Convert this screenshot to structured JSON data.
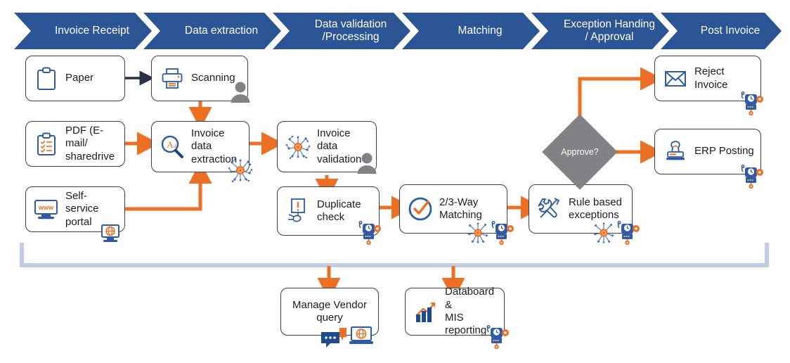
{
  "diagram": {
    "title": "Invoice Processing Automation Flow",
    "colors": {
      "chevron_blue": "#2c5596",
      "accent_orange": "#ed6f23",
      "dark_navy": "#2b3044",
      "diamond_gray": "#808285",
      "person_gray": "#808285",
      "bracket_blue": "#c3cce6",
      "icon_blue": "#2e5aa8",
      "background": "#fdfdfd"
    },
    "phases": [
      {
        "id": "invoice-receipt",
        "label": "Invoice Receipt"
      },
      {
        "id": "data-extraction",
        "label": "Data extraction"
      },
      {
        "id": "data-validation",
        "label": "Data validation\n/Processing"
      },
      {
        "id": "matching",
        "label": "Matching"
      },
      {
        "id": "exception-handling",
        "label": "Exception Handing\n/ Approval"
      },
      {
        "id": "post-invoice",
        "label": "Post Invoice"
      }
    ],
    "nodes": [
      {
        "id": "paper",
        "label": "Paper",
        "icon": "clipboard-icon",
        "badges": []
      },
      {
        "id": "pdf-email",
        "label": "PDF (E-mail/\nsharedrive",
        "icon": "clipboard-list-icon",
        "badges": []
      },
      {
        "id": "self-service",
        "label": "Self-service\nportal",
        "icon": "www-monitor-icon",
        "badges": [
          "web-portal-icon"
        ]
      },
      {
        "id": "scanning",
        "label": "Scanning",
        "icon": "printer-icon",
        "badges": [
          "person-icon"
        ]
      },
      {
        "id": "invoice-extract",
        "label": "Invoice data\nextraction",
        "icon": "magnifier-ocr-icon",
        "badges": [
          "ai-network-icon"
        ]
      },
      {
        "id": "invoice-validate",
        "label": "Invoice data\nvalidation",
        "icon": "ai-network-icon",
        "badges": [
          "person-icon"
        ]
      },
      {
        "id": "duplicate-check",
        "label": "Duplicate\ncheck",
        "icon": "alert-hand-icon",
        "badges": [
          "robot-icon"
        ]
      },
      {
        "id": "way-matching",
        "label": "2/3-Way\nMatching",
        "icon": "check-circle-icon",
        "badges": [
          "ai-network-icon",
          "robot-icon"
        ]
      },
      {
        "id": "rule-exceptions",
        "label": "Rule based\nexceptions",
        "icon": "tools-icon",
        "badges": [
          "ai-network-icon",
          "robot-icon"
        ]
      },
      {
        "id": "reject-invoice",
        "label": "Reject Invoice",
        "icon": "envelope-icon",
        "badges": [
          "robot-icon"
        ]
      },
      {
        "id": "erp-posting",
        "label": "ERP Posting",
        "icon": "stamp-icon",
        "badges": [
          "robot-icon"
        ]
      },
      {
        "id": "vendor-query",
        "label": "Manage Vendor\nquery",
        "icon": "",
        "badges": [
          "chat-icon",
          "laptop-icon"
        ]
      },
      {
        "id": "mis-reporting",
        "label": "Databoard &\nMIS reporting",
        "icon": "bar-chart-icon",
        "badges": [
          "robot-icon"
        ]
      }
    ],
    "decision": {
      "id": "approve",
      "label": "Approve?"
    }
  }
}
